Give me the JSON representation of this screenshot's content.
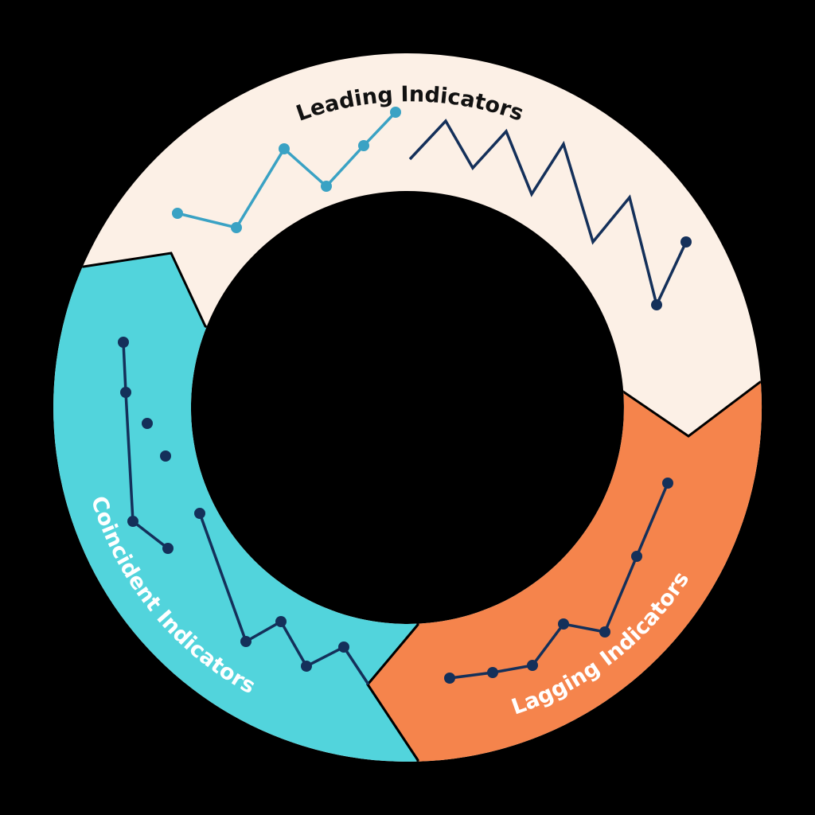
{
  "segments": [
    {
      "id": "leading",
      "label": "Leading Indicators",
      "color": "#fcf0e6",
      "text_color": "#111111"
    },
    {
      "id": "coincident",
      "label": "Coincident Indicators",
      "color": "#52d4dc",
      "text_color": "#ffffff"
    },
    {
      "id": "lagging",
      "label": "Lagging Indicators",
      "color": "#f5844c",
      "text_color": "#ffffff"
    }
  ],
  "colors": {
    "background": "#000000",
    "line_light": "#3aa2c4",
    "line_dark": "#14305a",
    "divider": "#000000"
  }
}
